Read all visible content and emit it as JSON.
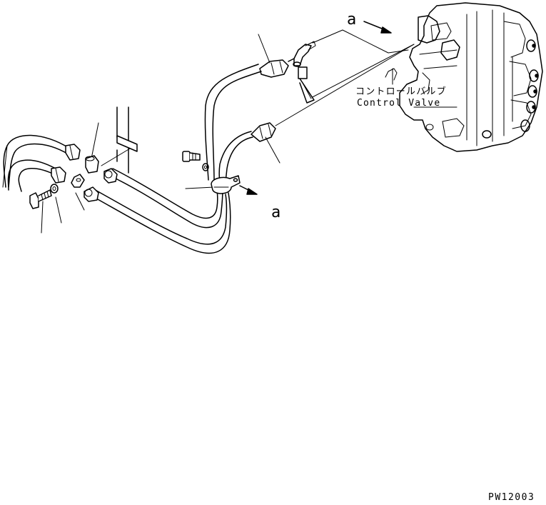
{
  "labels": {
    "control_valve_jp": "コントロールバルブ",
    "control_valve_en": "Control Valve",
    "view_a_top": "a",
    "view_a_bottom": "a",
    "figure_code": "PW12003"
  }
}
